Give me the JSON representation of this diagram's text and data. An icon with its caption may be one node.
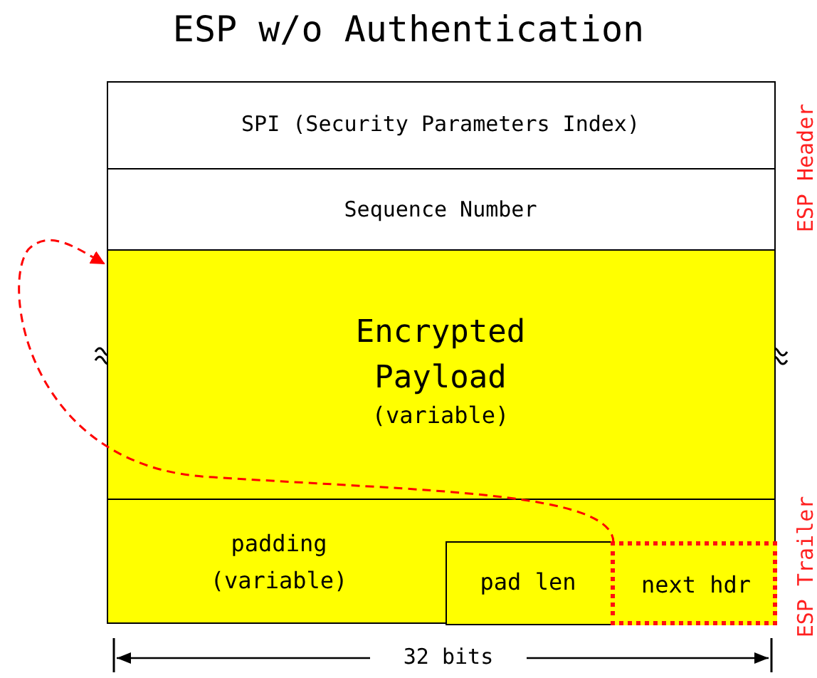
{
  "diagram": {
    "title": "ESP w/o Authentication",
    "nodes": [
      {
        "text": [
          "SPI (Security Parameters Index)"
        ]
      },
      {
        "text": [
          "Sequence Number"
        ]
      },
      {
        "text": [
          "Encrypted Payload",
          "(variable)"
        ]
      },
      {
        "text": [
          "padding (variable)"
        ]
      },
      {
        "text": [
          "pad len"
        ],
        "in": 3
      },
      {
        "text": [
          "next hdr"
        ],
        "in": 3
      }
    ],
    "edges": [
      {
        "from": 5,
        "to": 2,
        "arrow": "to",
        "style": "dashed",
        "color": "#ff0000"
      }
    ],
    "labels": [
      "ESP Header",
      "ESP Trailer",
      "32 bits"
    ]
  }
}
